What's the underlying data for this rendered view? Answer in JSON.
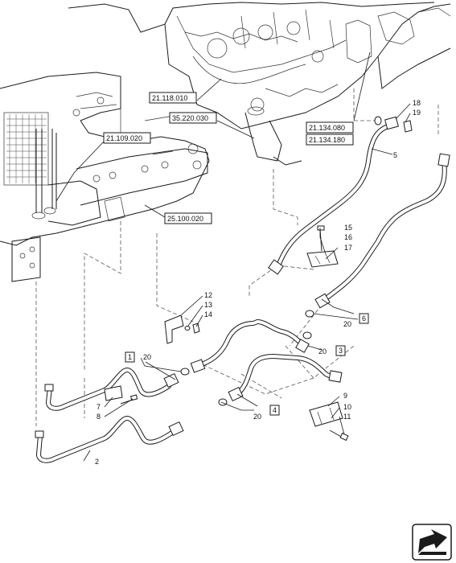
{
  "references": {
    "r21_118_010": "21.118.010",
    "r35_220_030": "35.220.030",
    "r21_109_020": "21.109.020",
    "r25_100_020": "25.100.020",
    "r21_134_080": "21.134.080",
    "r21_134_180": "21.134.180"
  },
  "callouts": {
    "c1": "1",
    "c2": "2",
    "c3": "3",
    "c4": "4",
    "c5": "5",
    "c6": "6",
    "c7": "7",
    "c8": "8",
    "c9": "9",
    "c10": "10",
    "c11": "11",
    "c12": "12",
    "c13": "13",
    "c14": "14",
    "c15": "15",
    "c16": "16",
    "c17": "17",
    "c18": "18",
    "c19": "19",
    "c20": "20"
  },
  "group_boxes": {
    "b1": "1",
    "b3": "3",
    "b4": "4",
    "b6": "6"
  },
  "icons": {
    "corner": "page-turn-arrow-icon"
  },
  "colors": {
    "line": "#1a1a1a",
    "background": "#ffffff"
  }
}
